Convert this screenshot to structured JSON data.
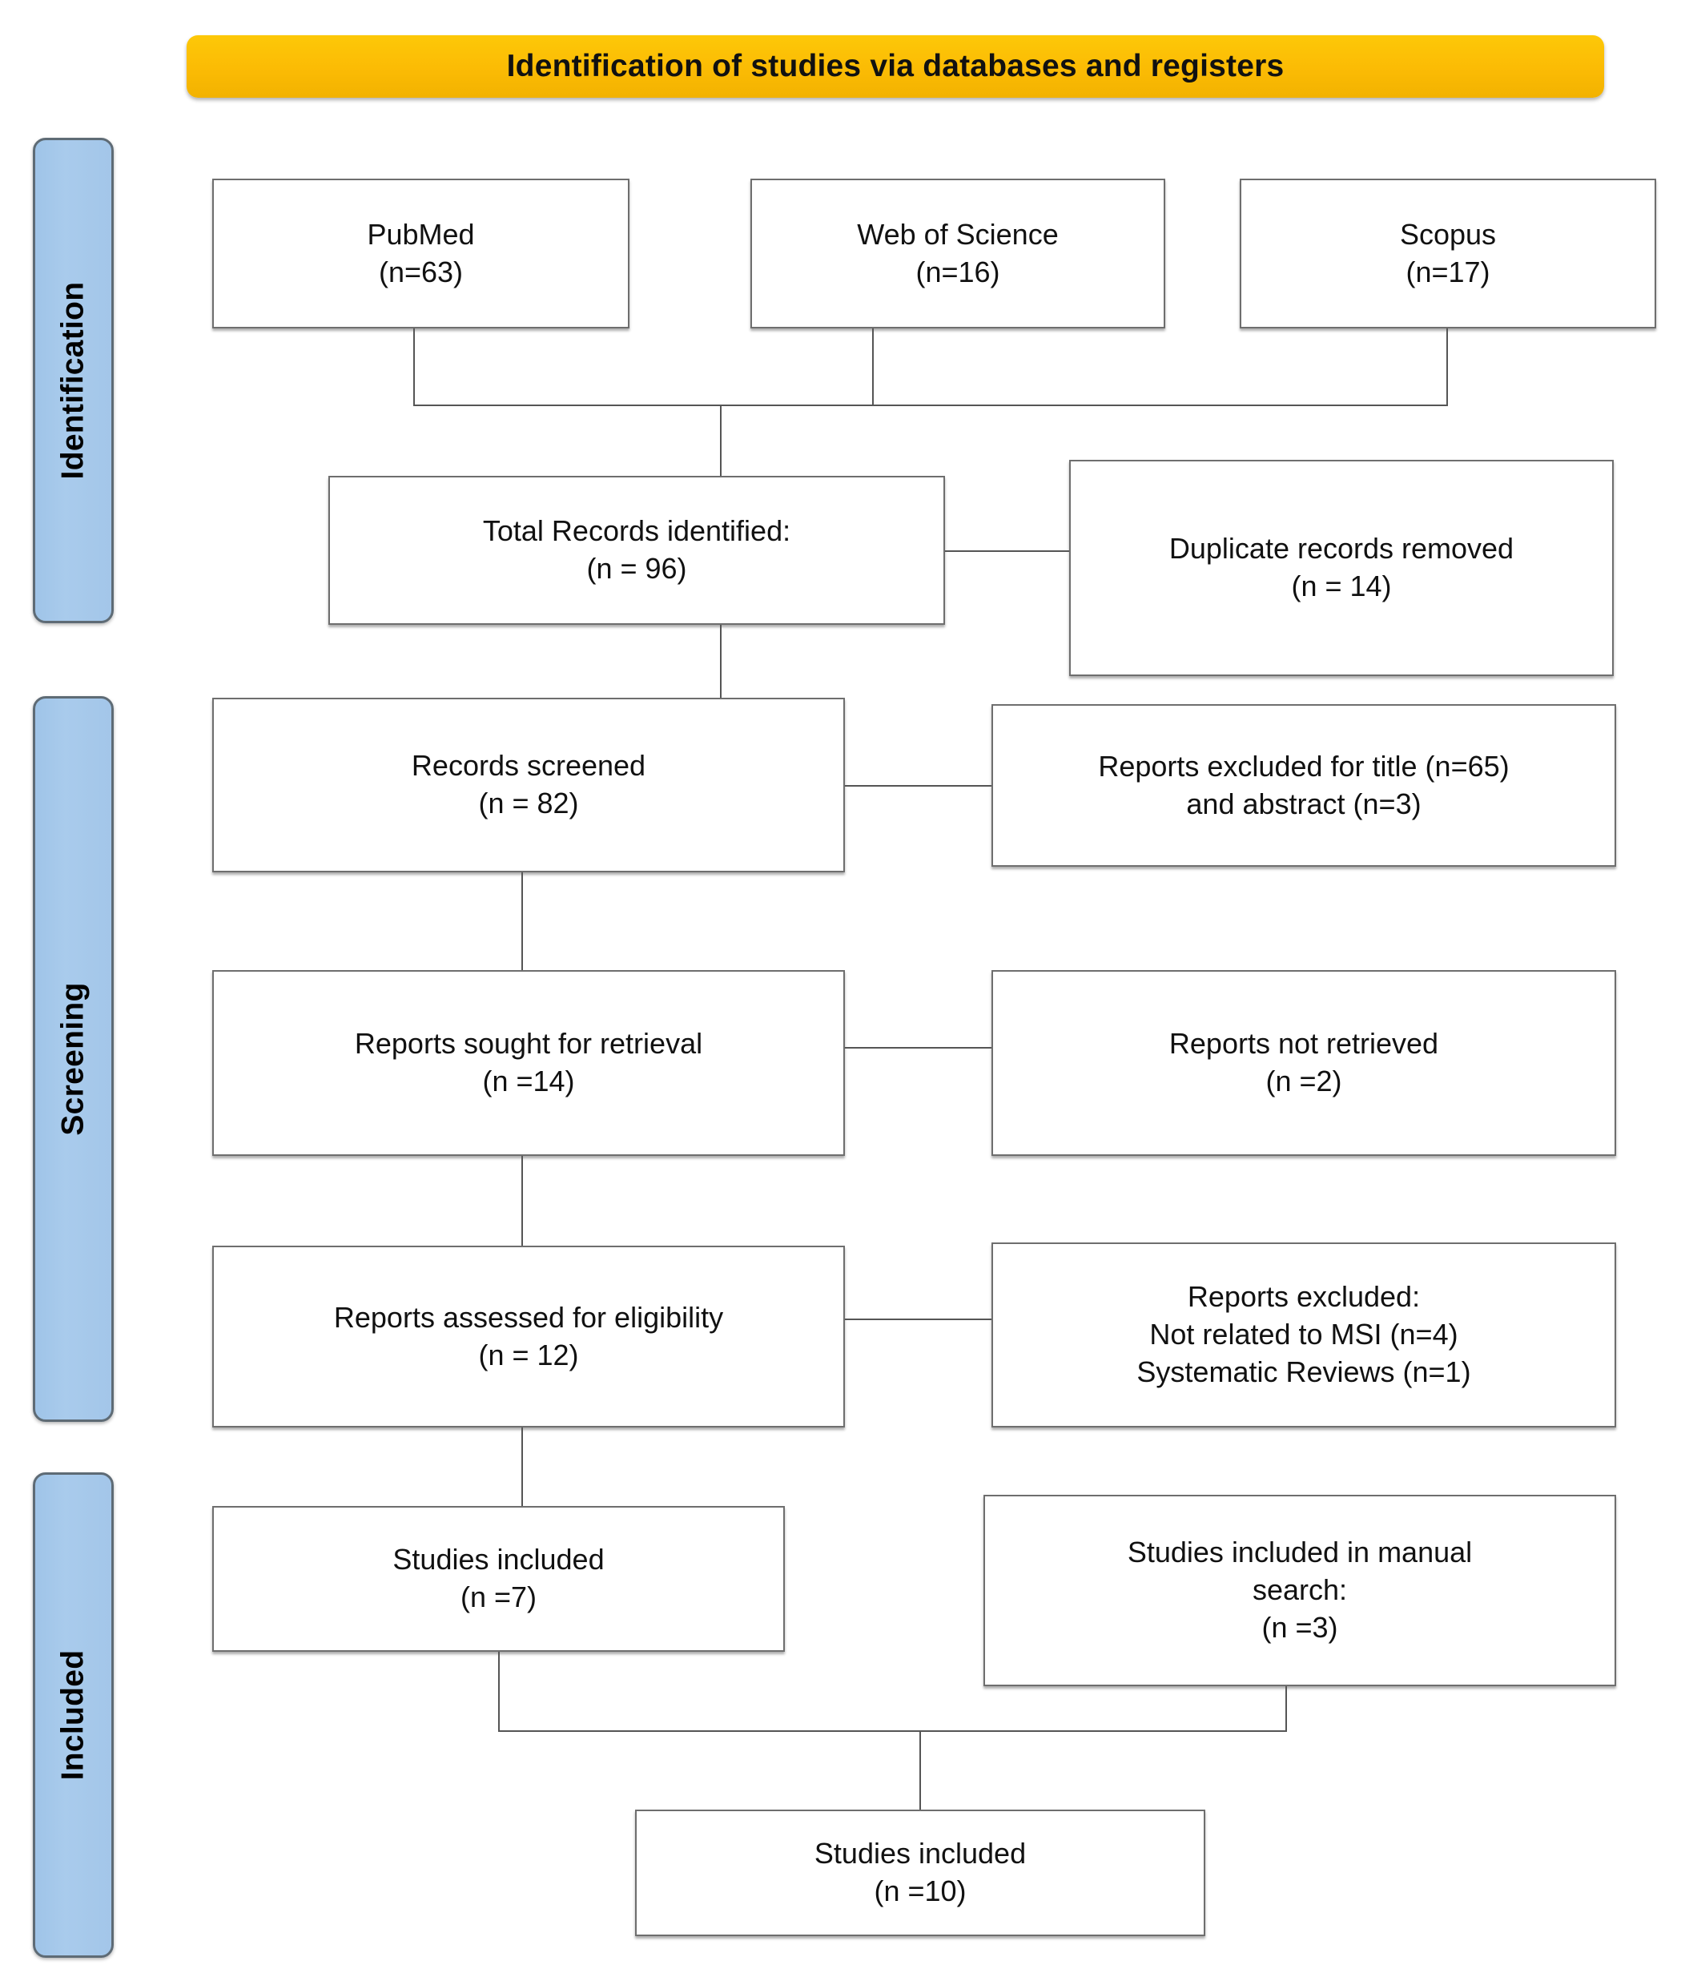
{
  "diagram": {
    "title": "Identification of studies via databases and registers",
    "type": "PRISMA flow diagram",
    "colors": {
      "banner": "#FBBE06",
      "stage_label": "#A6C9EA",
      "stage_border": "#5E6B75",
      "box_border": "#6E6E6E",
      "line": "#555555",
      "text": "#111111"
    }
  },
  "stages": [
    {
      "label": "Identification"
    },
    {
      "label": "Screening"
    },
    {
      "label": "Included"
    }
  ],
  "boxes": {
    "pubmed": {
      "text": "PubMed\n(n=63)"
    },
    "web_of_science": {
      "text": "Web of Science\n(n=16)"
    },
    "scopus": {
      "text": "Scopus\n(n=17)"
    },
    "total_records": {
      "text": "Total Records identified:\n(n = 96)"
    },
    "duplicates": {
      "text": "Duplicate records removed\n(n = 14)"
    },
    "records_screened": {
      "text": "Records screened\n(n = 82)"
    },
    "excluded_title": {
      "text": "Reports excluded for title (n=65)\nand abstract (n=3)"
    },
    "sought_retrieval": {
      "text": "Reports sought for retrieval\n(n =14)"
    },
    "not_retrieved": {
      "text": "Reports not retrieved\n(n =2)"
    },
    "assessed": {
      "text": "Reports assessed for eligibility\n(n = 12)"
    },
    "excluded_reports": {
      "text": "Reports excluded:\nNot related to MSI (n=4)\nSystematic Reviews (n=1)"
    },
    "studies_included": {
      "text": "Studies included\n(n =7)"
    },
    "manual_search": {
      "text": "Studies included in manual\nsearch:\n(n =3)"
    },
    "final_included": {
      "text": "Studies included\n(n =10)"
    }
  },
  "counts": {
    "pubmed": 63,
    "web_of_science": 16,
    "scopus": 17,
    "total_identified": 96,
    "duplicates_removed": 14,
    "records_screened": 82,
    "excluded_title": 65,
    "excluded_abstract": 3,
    "sought_for_retrieval": 14,
    "not_retrieved": 2,
    "assessed_for_eligibility": 12,
    "excluded_not_related_msi": 4,
    "excluded_systematic_reviews": 1,
    "studies_included_db": 7,
    "studies_included_manual": 3,
    "studies_included_total": 10
  }
}
